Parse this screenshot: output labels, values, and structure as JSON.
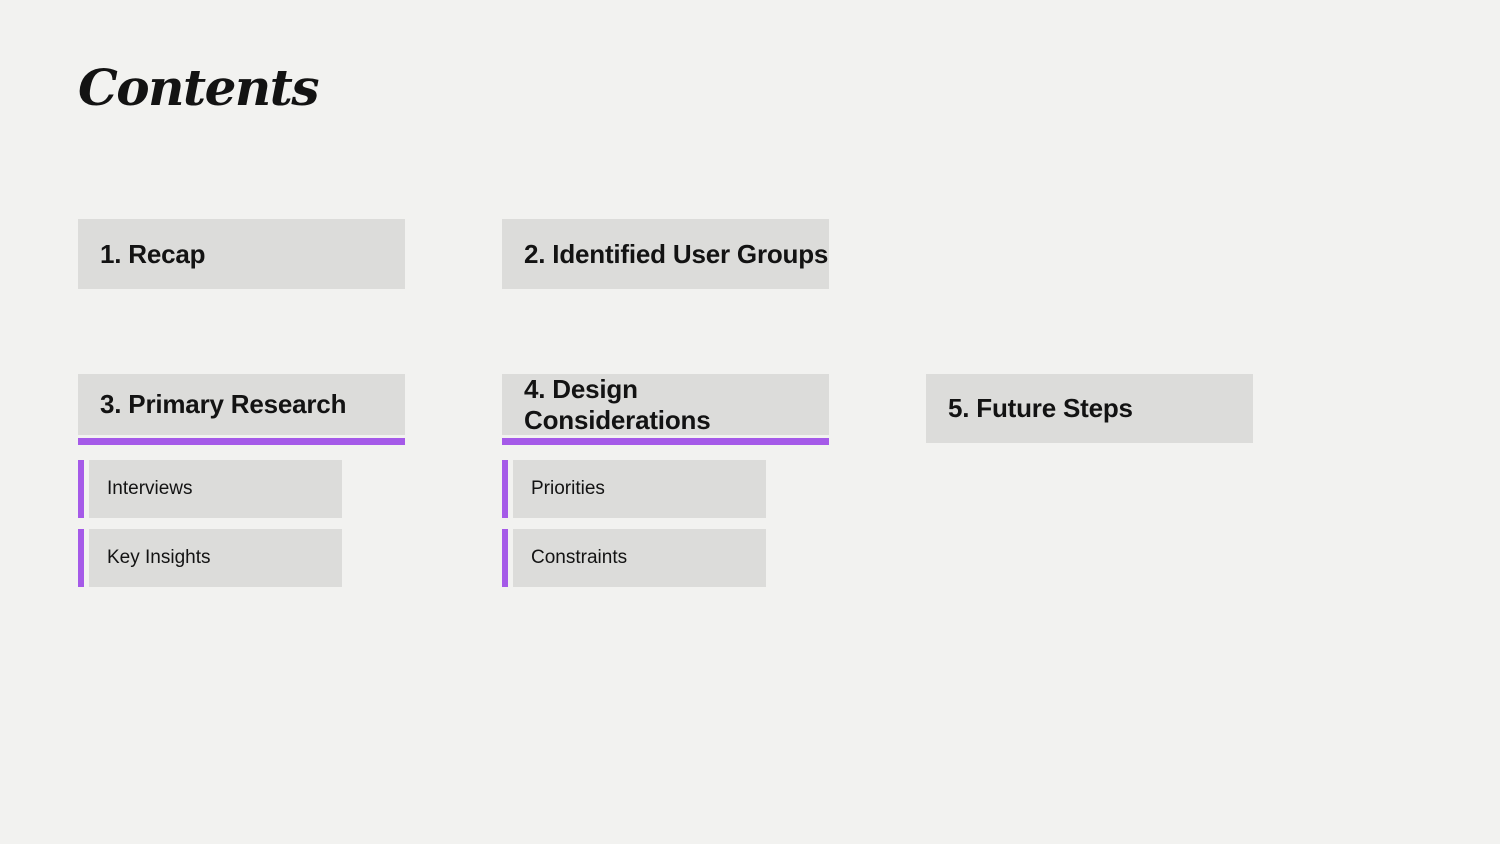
{
  "page": {
    "title": "Contents",
    "colors": {
      "background": "#f2f2f0",
      "box": "#dcdcda",
      "accent": "#a55ae8",
      "text": "#131313"
    }
  },
  "sections": [
    {
      "label": "1. Recap",
      "children": []
    },
    {
      "label": "2. Identified User Groups",
      "children": []
    },
    {
      "label": "3. Primary Research",
      "children": [
        {
          "label": "Interviews"
        },
        {
          "label": "Key Insights"
        }
      ]
    },
    {
      "label": "4. Design Considerations",
      "children": [
        {
          "label": "Priorities"
        },
        {
          "label": "Constraints"
        }
      ]
    },
    {
      "label": "5. Future Steps",
      "children": []
    }
  ]
}
